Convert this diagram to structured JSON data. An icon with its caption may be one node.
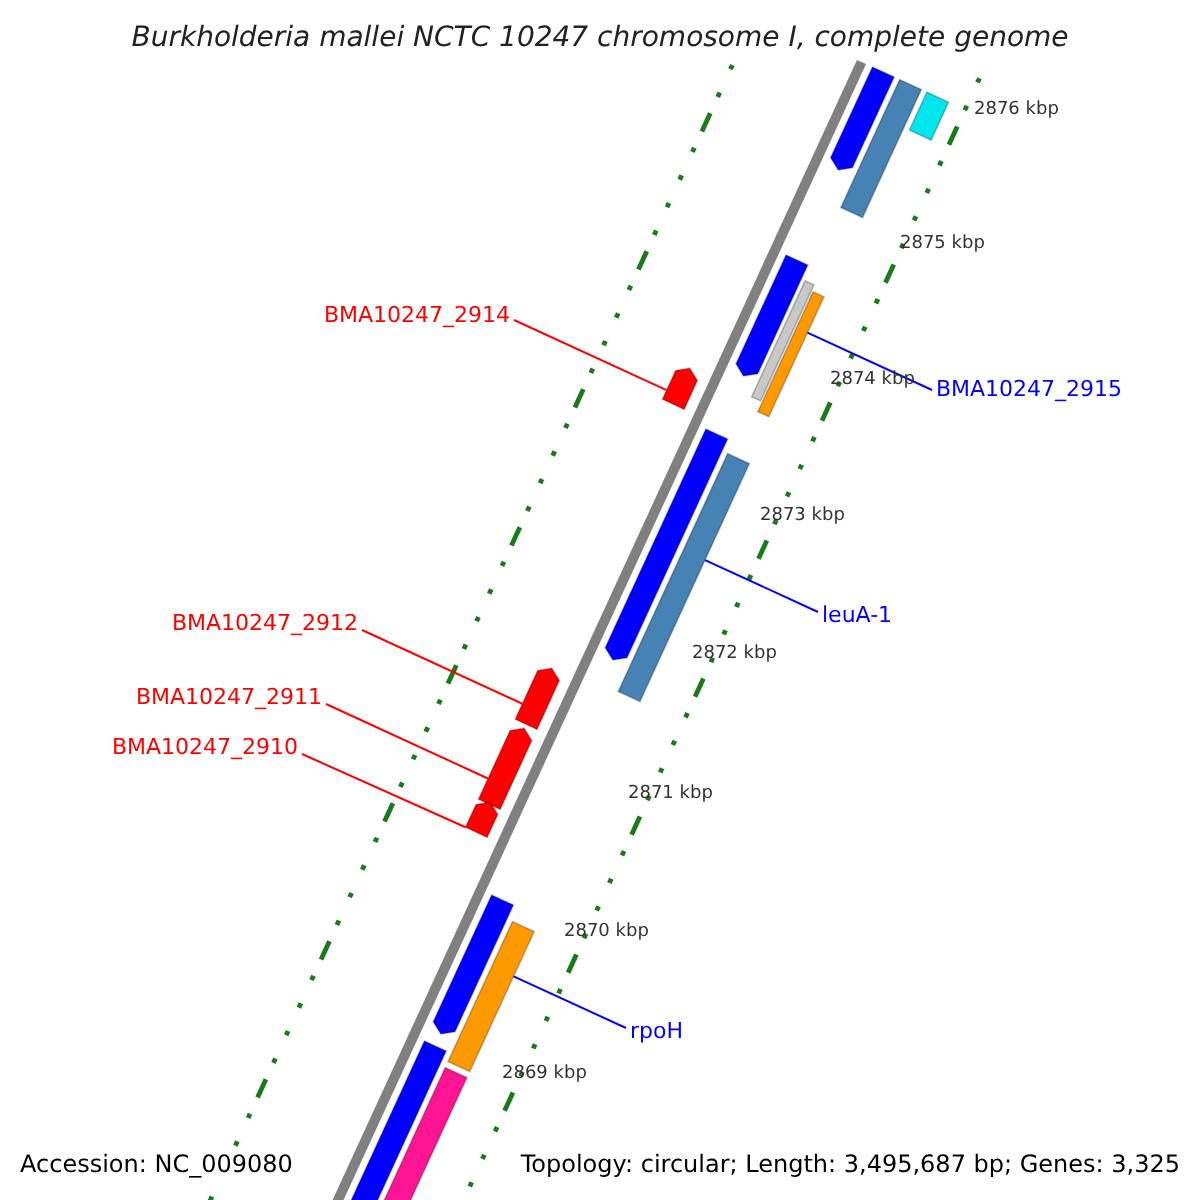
{
  "diagram": {
    "title": "Burkholderia mallei NCTC 10247 chromosome I, complete genome",
    "nodes": [
      {
        "text": [
          "BMA10247_2914"
        ]
      },
      {
        "text": [
          "BMA10247_2915"
        ]
      },
      {
        "text": [
          "leuA-1"
        ]
      },
      {
        "text": [
          "BMA10247_2912"
        ]
      },
      {
        "text": [
          "BMA10247_2911"
        ]
      },
      {
        "text": [
          "BMA10247_2910"
        ]
      },
      {
        "text": [
          "rpoH"
        ]
      },
      {
        "text": [],
        "shape": "arrow"
      },
      {
        "text": [],
        "shape": "bar"
      },
      {
        "text": [],
        "shape": "bar"
      },
      {
        "text": [],
        "shape": "arrow"
      },
      {
        "text": [],
        "shape": "bar"
      },
      {
        "text": [],
        "shape": "bar"
      },
      {
        "text": [],
        "shape": "arrow"
      },
      {
        "text": [],
        "shape": "arrow"
      },
      {
        "text": [],
        "shape": "bar"
      },
      {
        "text": [],
        "shape": "arrow"
      },
      {
        "text": [],
        "shape": "arrow"
      },
      {
        "text": [],
        "shape": "arrow"
      },
      {
        "text": [],
        "shape": "arrow"
      },
      {
        "text": [],
        "shape": "bar"
      },
      {
        "text": [],
        "shape": "bar"
      },
      {
        "text": [],
        "shape": "bar"
      }
    ],
    "edges": [
      {
        "from": 0,
        "to": 13,
        "arrow": "none"
      },
      {
        "from": 1,
        "to": 12,
        "arrow": "none",
        "color": "#0000ff"
      },
      {
        "from": 2,
        "to": 15,
        "arrow": "none",
        "color": "#0000ff"
      },
      {
        "from": 3,
        "to": 16,
        "arrow": "none"
      },
      {
        "from": 4,
        "to": 17,
        "arrow": "none"
      },
      {
        "from": 5,
        "to": 18,
        "arrow": "none"
      },
      {
        "from": 6,
        "to": 20,
        "arrow": "none",
        "color": "#0000ff"
      }
    ],
    "labels": [
      "2876 kbp",
      "2875 kbp",
      "2874 kbp",
      "2873 kbp",
      "2872 kbp",
      "2871 kbp",
      "2870 kbp",
      "2869 kbp",
      "Accession: NC_009080",
      "Topology: circular; Length: 3,495,687 bp; Genes: 3,325"
    ]
  }
}
